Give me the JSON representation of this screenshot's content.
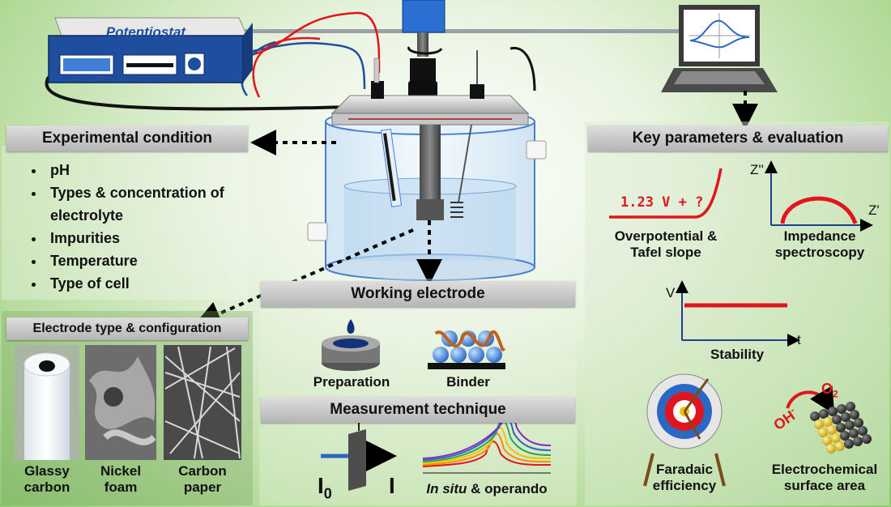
{
  "potentiostat": {
    "label": "Potentiostat"
  },
  "experimental_condition": {
    "title": "Experimental condition",
    "items": [
      "pH",
      "Types & concentration of electrolyte",
      "Impurities",
      "Temperature",
      "Type of cell"
    ]
  },
  "electrode_type": {
    "title": "Electrode type & configuration",
    "items": [
      "Glassy carbon",
      "Nickel foam",
      "Carbon paper"
    ]
  },
  "working_electrode": {
    "title": "Working electrode",
    "items": [
      "Preparation",
      "Binder"
    ]
  },
  "measurement_technique": {
    "title": "Measurement technique",
    "i0": "I",
    "i0_sub": "0",
    "i": "I",
    "insitu_italic": "In situ",
    "insitu_rest": " & operando"
  },
  "key_parameters": {
    "title": "Key parameters & evaluation",
    "overpotential_value": "1.23 V + ?",
    "overpotential_label": "Overpotential & Tafel slope",
    "impedance_label": "Impedance spectroscopy",
    "impedance_y": "Z''",
    "impedance_x": "Z'",
    "stability_y": "V",
    "stability_x": "t",
    "stability_label": "Stability",
    "faradaic_label": "Faradaic efficiency",
    "ecsa_oh": "OH",
    "ecsa_oh_sup": "-",
    "ecsa_o2": "O",
    "ecsa_o2_sub": "2",
    "ecsa_label": "Electrochemical surface area"
  },
  "colors": {
    "accent_red": "#e2141c",
    "header_gray": "#c8c8c8",
    "potentiostat_blue": "#1f4e9e"
  }
}
